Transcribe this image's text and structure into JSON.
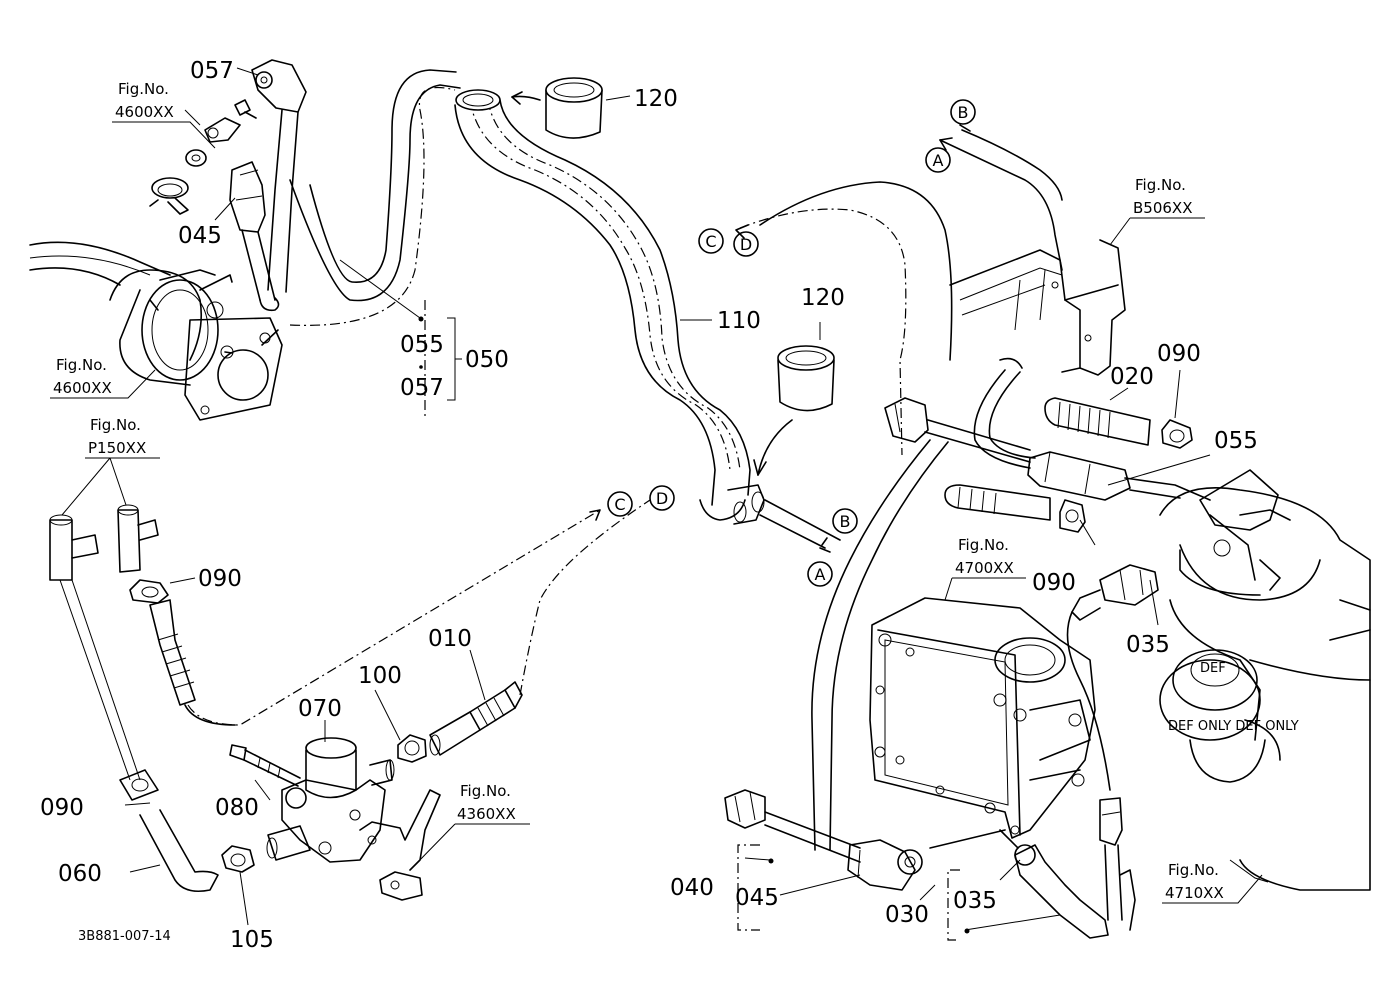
{
  "drawing_code": "3B881-007-14",
  "part_labels": {
    "p057_top": "057",
    "p045_top": "045",
    "p055_range": "055",
    "p057_range": "057",
    "p050": "050",
    "p120_top": "120",
    "p120_mid": "120",
    "p110": "110",
    "p090_a": "090",
    "p090_b": "090",
    "p090_c": "090",
    "p090_d": "090",
    "p020": "020",
    "p055_right": "055",
    "p035_right": "035",
    "p010": "010",
    "p100": "100",
    "p070": "070",
    "p080": "080",
    "p060": "060",
    "p105": "105",
    "p040": "040",
    "p045_bottom": "045",
    "p030": "030",
    "p035_bottom": "035"
  },
  "figure_refs": {
    "f1_title": "Fig.No.",
    "f1_num": "4600XX",
    "f2_title": "Fig.No.",
    "f2_num": "4600XX",
    "f3_title": "Fig.No.",
    "f3_num": "P150XX",
    "f4_title": "Fig.No.",
    "f4_num": "B506XX",
    "f5_title": "Fig.No.",
    "f5_num": "4700XX",
    "f6_title": "Fig.No.",
    "f6_num": "4360XX",
    "f7_title": "Fig.No.",
    "f7_num": "4710XX"
  },
  "connector_markers": {
    "B_top": "B",
    "A_top": "A",
    "C_mid": "C",
    "D_mid": "D",
    "C_low": "C",
    "D_low": "D",
    "B_low": "B",
    "A_low": "A"
  },
  "tank_text": {
    "cap_top": "DEF",
    "cap_side": "DEF ONLY DEF ONLY"
  }
}
